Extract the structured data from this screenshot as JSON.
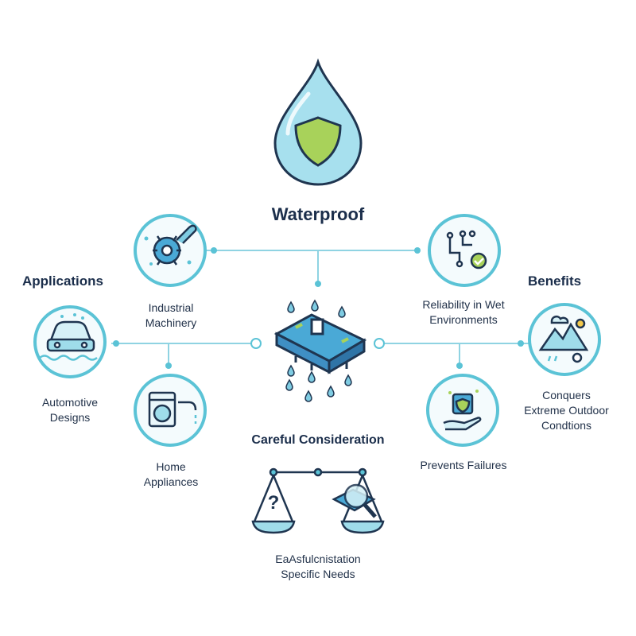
{
  "title": "Waterproof",
  "headings": {
    "applications": "Applications",
    "benefits": "Benefits",
    "careful": "Careful Consideration"
  },
  "applications": {
    "industrial": [
      "Industrial",
      "Machinery"
    ],
    "automotive": [
      "Automotive",
      "Designs"
    ],
    "home": [
      "Home",
      "Appliances"
    ]
  },
  "benefits": {
    "reliability": [
      "Reliability in Wet",
      "Environments"
    ],
    "outdoor": [
      "Conquers",
      "Extreme Outdoor",
      "Condtions"
    ],
    "failures": [
      "Prevents Failures"
    ]
  },
  "careful_caption": [
    "EaAsfulcnistation",
    "Specific Needs"
  ],
  "colors": {
    "teal": "#5bc3d6",
    "line": "#8fd3e2",
    "navy": "#1f3550",
    "drop": "#9fdcea",
    "shield": "#a8d25a",
    "chip": "#3f8fc4"
  },
  "icons": [
    "water-drop-icon",
    "shield-icon",
    "gear-wrench-icon",
    "car-icon",
    "washing-machine-icon",
    "faucet-icon",
    "circuit-check-icon",
    "mountain-weather-icon",
    "hand-chip-icon",
    "waterproof-chip-icon",
    "balance-scale-icon",
    "magnifier-icon"
  ]
}
